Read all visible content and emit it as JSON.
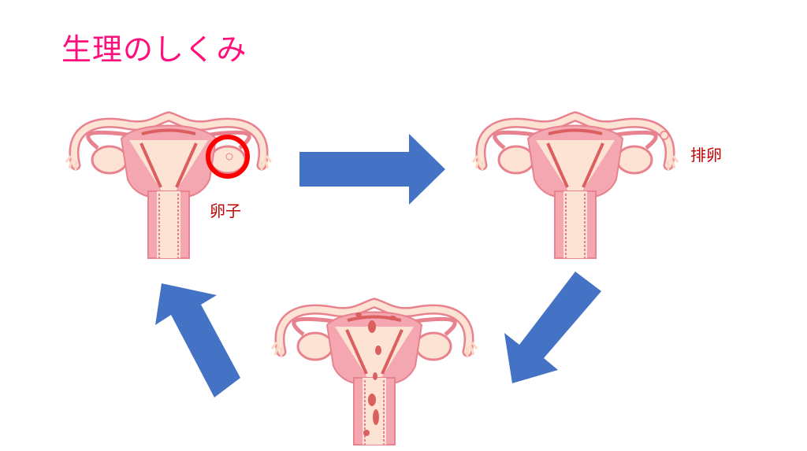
{
  "slide": {
    "title": "生理のしくみ",
    "labels": {
      "egg": "卵子",
      "ovulation": "排卵"
    }
  },
  "colors": {
    "title": "#ff0f7b",
    "label": "#c00000",
    "arrow": "#4472c4",
    "highlight_ring": "#ff0000",
    "tissue": "#f4a7b0",
    "tissue_outline": "#e8828f",
    "inner": "#fde3d3",
    "blood": "#dc5f5f"
  }
}
